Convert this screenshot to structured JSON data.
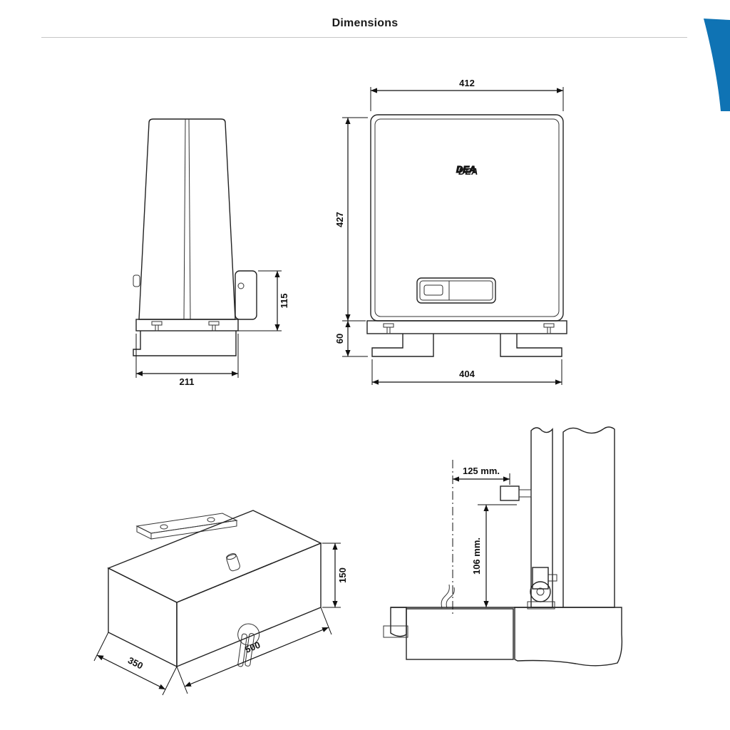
{
  "page": {
    "title": "Dimensions"
  },
  "accent_color": "#0f73b4",
  "front_view": {
    "logo": "DEA",
    "top_width": "412",
    "height": "427",
    "base_height": "60",
    "base_width": "404"
  },
  "side_view": {
    "bracket_height": "115",
    "base_width": "211"
  },
  "foundation": {
    "height": "150",
    "depth": "350",
    "width": "500"
  },
  "installation": {
    "offset": "125 mm.",
    "post_height": "106 mm."
  }
}
